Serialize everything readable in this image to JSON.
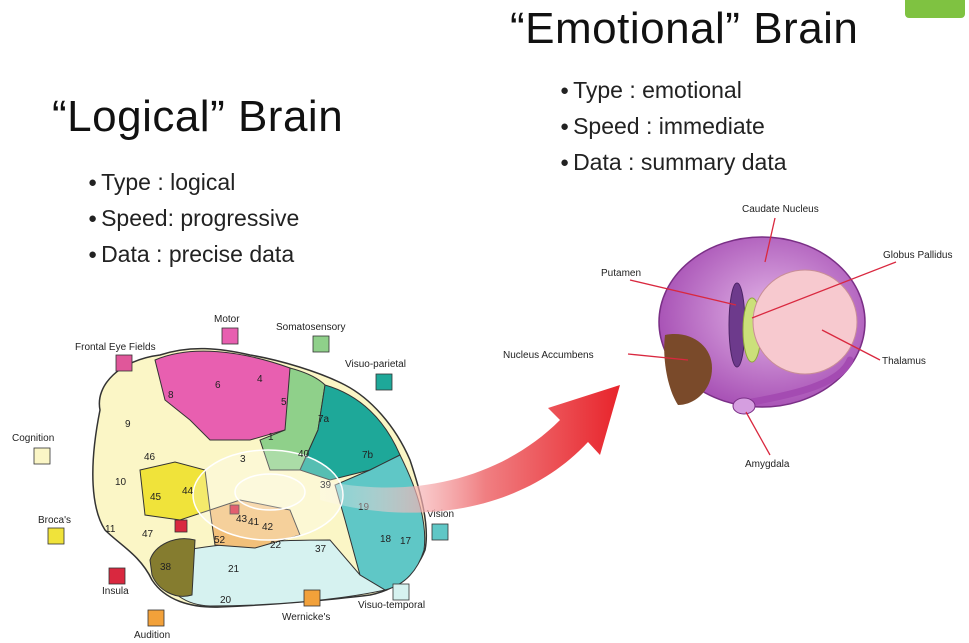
{
  "corner_badge": "",
  "logical": {
    "title": "“Logical” Brain",
    "bullets": [
      "Type : logical",
      "Speed: progressive",
      "Data : precise data"
    ]
  },
  "emotional": {
    "title": "“Emotional” Brain",
    "bullets": [
      "Type : emotional",
      "Speed : immediate",
      "Data : summary data"
    ]
  },
  "cortex_labels": {
    "motor": "Motor",
    "somatosensory": "Somatosensory",
    "frontal_eye_fields": "Frontal Eye Fields",
    "visuo_parietal": "Visuo-parietal",
    "cognition": "Cognition",
    "brocas": "Broca's",
    "vision": "Vision",
    "insula": "Insula",
    "wernickes": "Wernicke's",
    "visuo_temporal": "Visuo-temporal",
    "audition": "Audition"
  },
  "areas": [
    "8",
    "6",
    "4",
    "5",
    "9",
    "7a",
    "46",
    "3",
    "1",
    "40",
    "7b",
    "10",
    "45",
    "44",
    "39",
    "19",
    "11",
    "47",
    "43",
    "41",
    "42",
    "18",
    "17",
    "52",
    "22",
    "21",
    "37",
    "38",
    "20"
  ],
  "limbic_labels": {
    "caudate": "Caudate Nucleus",
    "globus": "Globus Pallidus",
    "putamen": "Putamen",
    "accumbens": "Nucleus Accumbens",
    "thalamus": "Thalamus",
    "amygdala": "Amygdala"
  },
  "colors": {
    "motor": "#e85fb0",
    "somatosensory": "#8fd08a",
    "frontal_eye": "#e0579a",
    "visuo_parietal": "#1ea899",
    "cognition": "#fbf6c6",
    "brocas": "#f0e33a",
    "vision": "#5fc7c6",
    "insula": "#d9283f",
    "wernickes": "#f2a13a",
    "visuo_temporal": "#d6f2f0",
    "audition": "#f2a13a",
    "arrow": "#e8242b",
    "caudate": "#a44bb2",
    "thalamus": "#f7c9cf"
  }
}
